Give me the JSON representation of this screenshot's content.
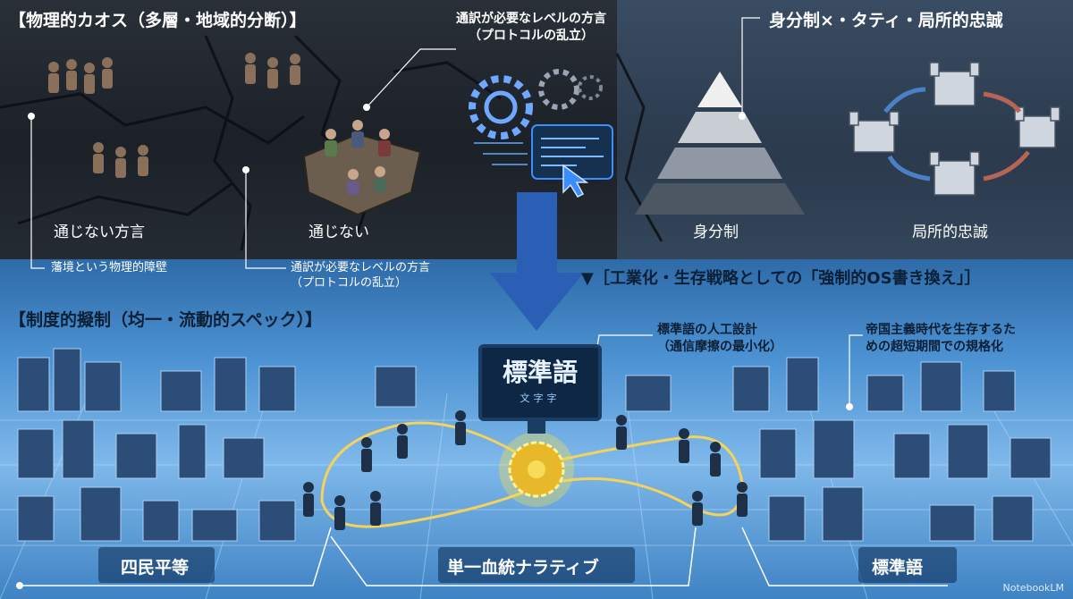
{
  "sections": {
    "top_left_title": "【物理的カオス（多層・地域的分断）】",
    "top_right_title": "身分制×・タティ・局所的忠誠",
    "bottom_title": "【制度的擬制（均一・流動的スペック）】",
    "bottom_right_title": "▼［工業化・生存戦略としての「強制的OS書き換え」］"
  },
  "top_panel": {
    "center_note": "通訳が必要なレベルの方言\n（プロトコルの乱立）",
    "labels": [
      "通じない方言",
      "通じない",
      "身分制",
      "局所的忠誠"
    ],
    "callout_left": "藩境という物理的障壁",
    "callout_mid": "通訳が必要なレベルの方言\n（プロトコルの乱立）"
  },
  "bottom_panel": {
    "monitor_text": "標準語",
    "monitor_sub": "文字字",
    "note_center": "標準語の人工設計\n（通信摩擦の最小化）",
    "note_right": "帝国主義時代を生存するた\nめの超短期間での規格化",
    "labels": [
      "四民平等",
      "単一血統ナラティブ",
      "標準語"
    ]
  },
  "brand": "NotebookLM"
}
